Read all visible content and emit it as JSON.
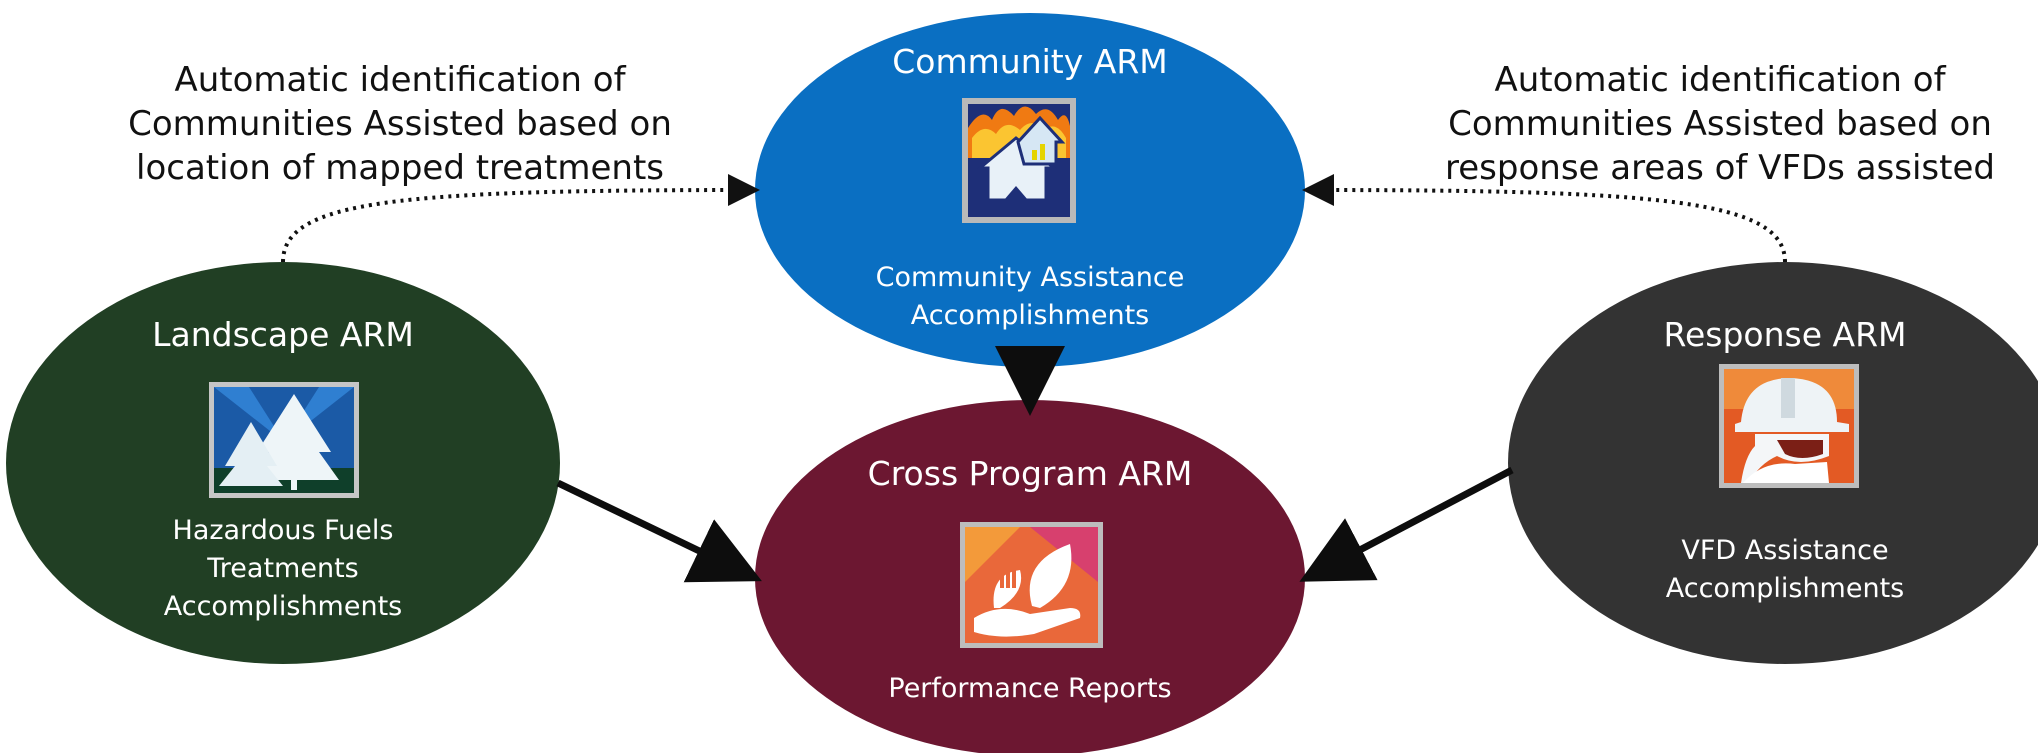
{
  "nodes": {
    "community": {
      "title": "Community ARM",
      "subtitle": "Community Assistance\nAccomplishments",
      "icon": "house-fire-icon",
      "color": "#0a6fc2"
    },
    "landscape": {
      "title": "Landscape ARM",
      "subtitle": "Hazardous Fuels\nTreatments\nAccomplishments",
      "icon": "trees-icon",
      "color": "#213f24"
    },
    "cross": {
      "title": "Cross Program ARM",
      "subtitle": "Performance Reports",
      "icon": "leaf-hand-chart-icon",
      "color": "#6c1731"
    },
    "response": {
      "title": "Response ARM",
      "subtitle": "VFD Assistance\nAccomplishments",
      "icon": "firefighter-helmet-icon",
      "color": "#333333"
    }
  },
  "annotations": {
    "left": "Automatic identification of\nCommunities Assisted based on\nlocation of mapped treatments",
    "right": "Automatic identification of\nCommunities Assisted based on\nresponse areas of VFDs assisted"
  }
}
